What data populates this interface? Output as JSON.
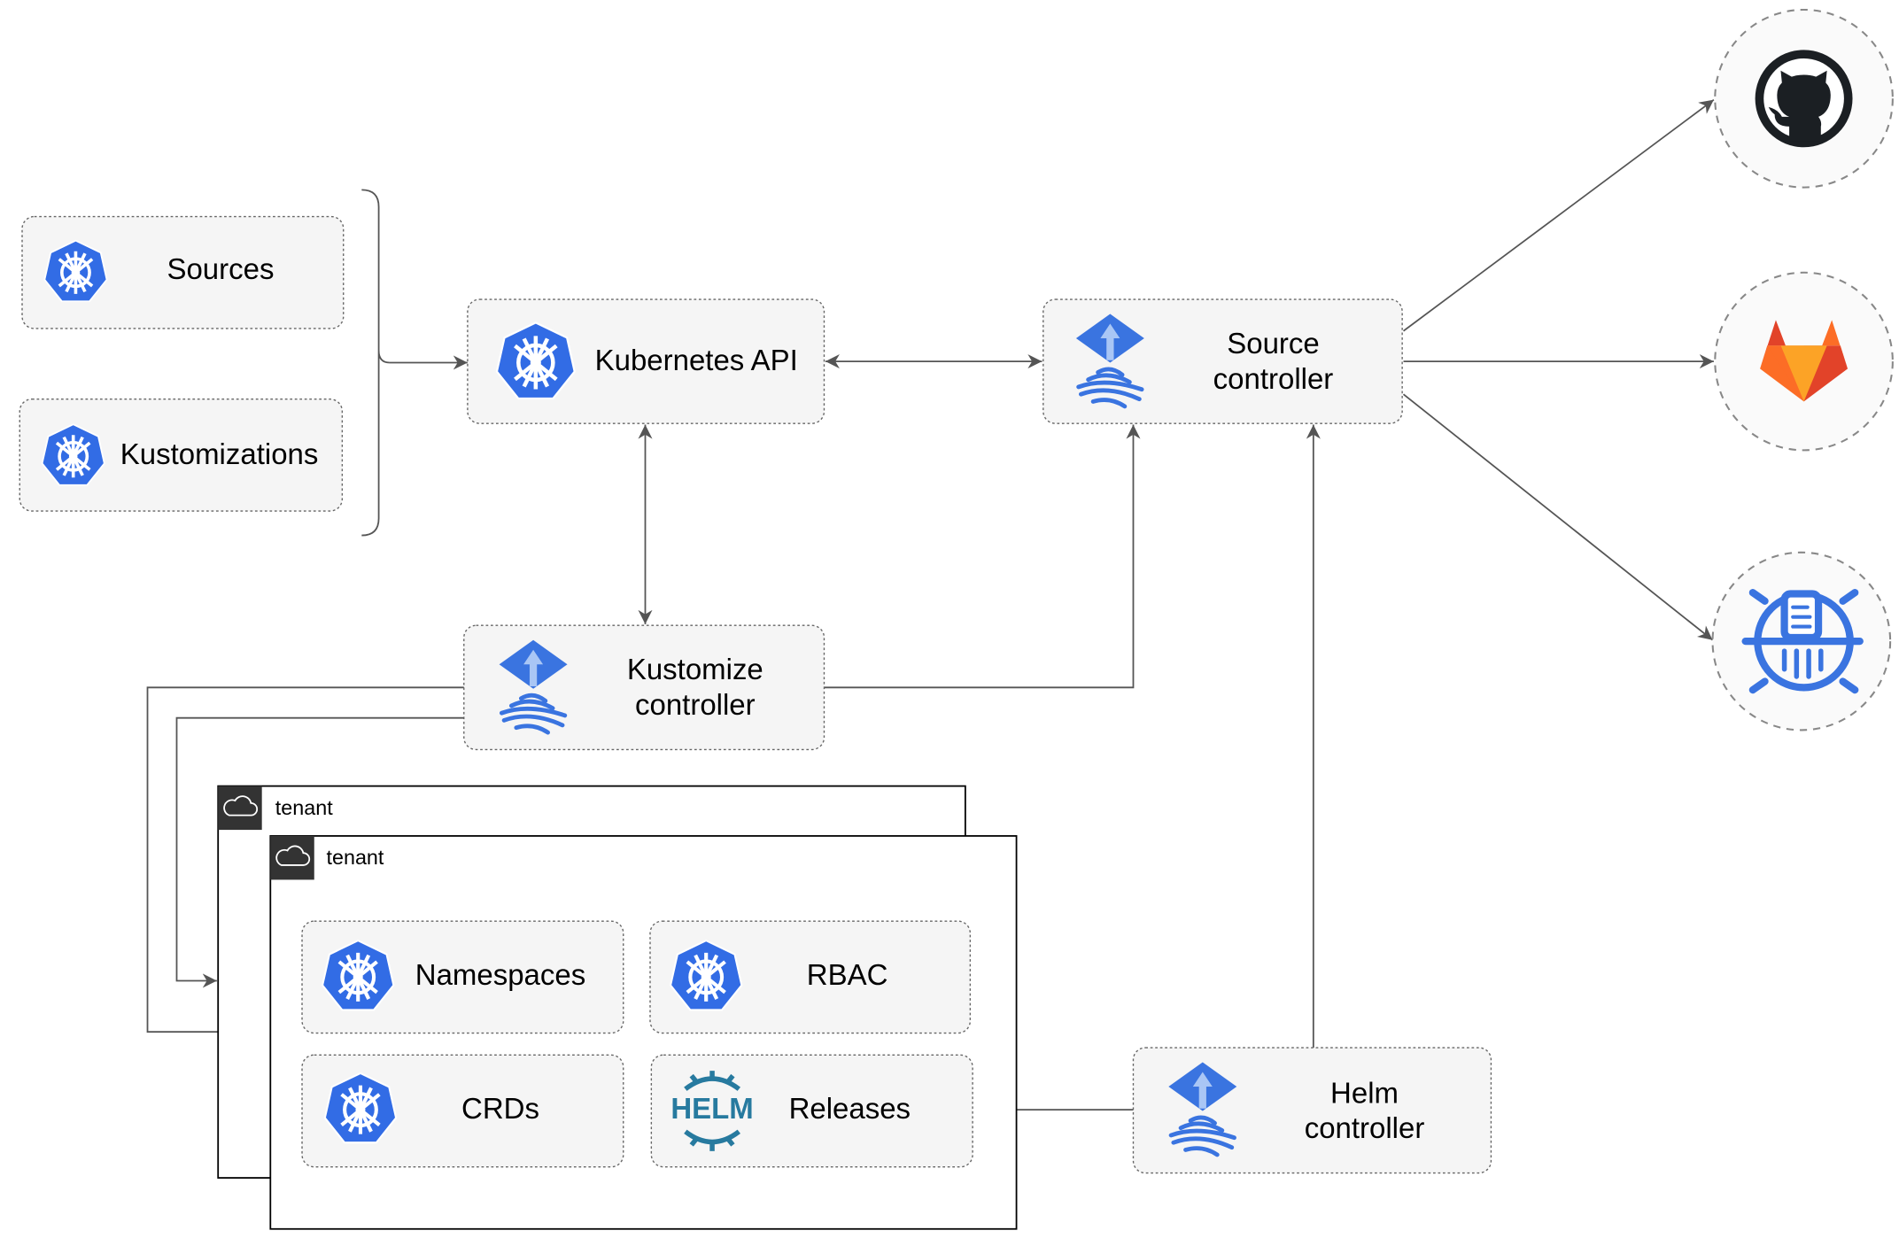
{
  "nodes": {
    "sources": "Sources",
    "kustomizations": "Kustomizations",
    "kubernetes_api": "Kubernetes API",
    "source_controller": [
      "Source",
      "controller"
    ],
    "kustomize_controller": [
      "Kustomize",
      "controller"
    ],
    "helm_controller": [
      "Helm",
      "controller"
    ],
    "namespaces": "Namespaces",
    "rbac": "RBAC",
    "crds": "CRDs",
    "releases": "Releases",
    "helm_logo_text": "HELM"
  },
  "tenants": [
    {
      "label": "tenant"
    },
    {
      "label": "tenant"
    }
  ],
  "external_sources": [
    {
      "icon": "github-icon"
    },
    {
      "icon": "gitlab-icon"
    },
    {
      "icon": "bucket-icon"
    }
  ],
  "colors": {
    "kubernetes_blue": "#326CE5",
    "flux_blue": "#3A74E0",
    "helm_blue": "#277A9F",
    "gitlab_orange": "#FC6D26"
  }
}
